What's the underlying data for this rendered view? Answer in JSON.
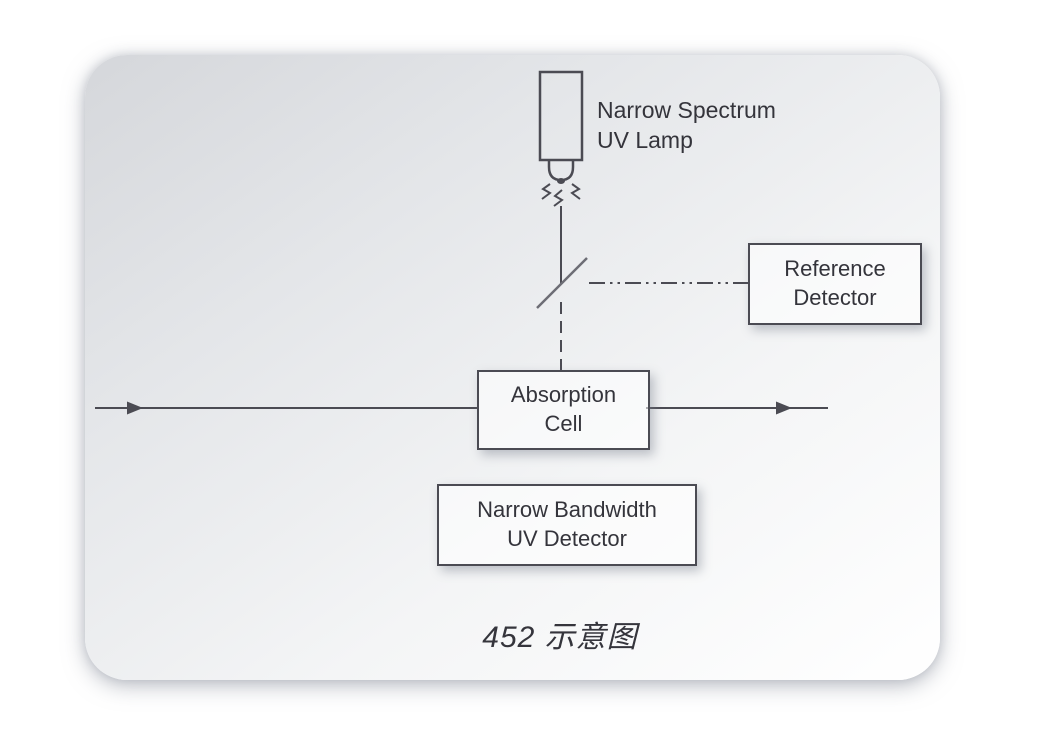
{
  "diagram": {
    "caption": "452 示意图",
    "lamp": {
      "label_line1": "Narrow Spectrum",
      "label_line2": "UV Lamp"
    },
    "reference_detector": {
      "line1": "Reference",
      "line2": "Detector"
    },
    "absorption_cell": {
      "line1": "Absorption",
      "line2": "Cell"
    },
    "uv_detector": {
      "line1": "Narrow Bandwidth",
      "line2": "UV Detector"
    }
  },
  "colors": {
    "line": "#4b4b53",
    "splitter": "#6d6d75",
    "text": "#34343b",
    "panel_start": "#d5d7db",
    "panel_end": "#ffffff"
  }
}
